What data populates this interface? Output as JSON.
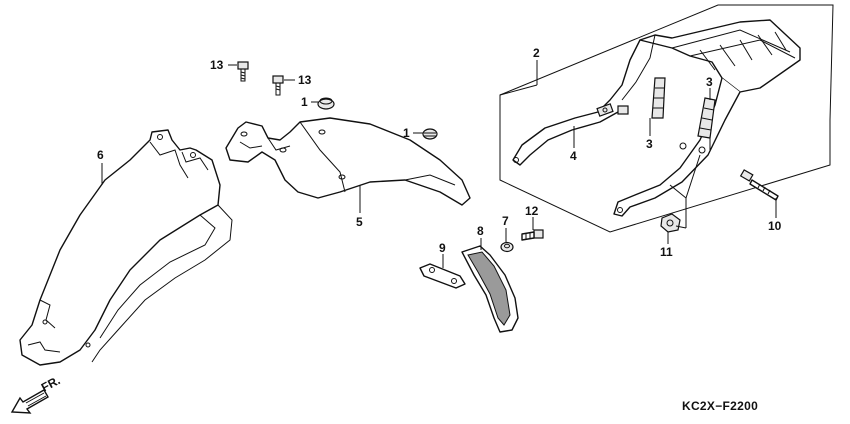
{
  "callouts": {
    "c1a": "1",
    "c1b": "1",
    "c2": "2",
    "c3a": "3",
    "c3b": "3",
    "c4": "4",
    "c5": "5",
    "c6": "6",
    "c7": "7",
    "c8": "8",
    "c9": "9",
    "c10": "10",
    "c11": "11",
    "c12": "12",
    "c13a": "13",
    "c13b": "13"
  },
  "direction_label": "FR.",
  "diagram_code": "KC2X−F2200"
}
